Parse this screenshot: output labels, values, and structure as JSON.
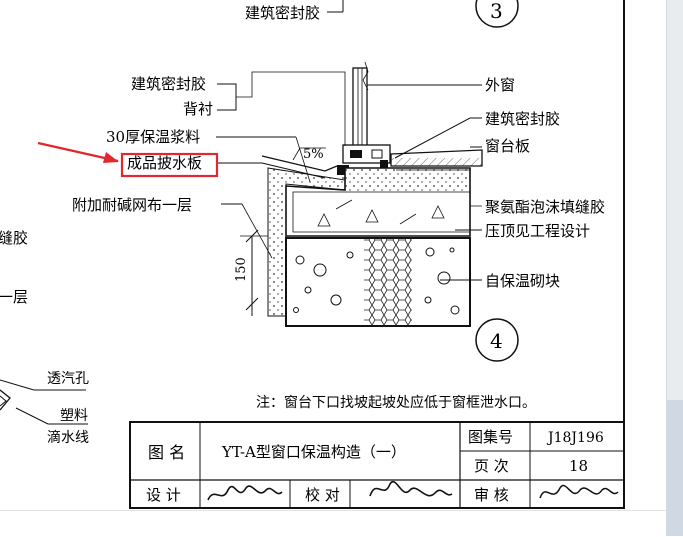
{
  "labels": {
    "top_sealant": "建筑密封胶",
    "circle_top": "3",
    "circle_bottom": "4",
    "left_sealant": "建筑密封胶",
    "backing": "背衬",
    "mortar": "30厚保温浆料",
    "drip_board": "成品披水板",
    "mesh": "附加耐碱网布一层",
    "outer_window": "外窗",
    "right_sealant": "建筑密封胶",
    "sill_board": "窗台板",
    "pu_foam": "聚氨酯泡沫填缝胶",
    "lintel": "压顶见工程设计",
    "block": "自保温砌块",
    "slope": "5%",
    "dim_150": "150",
    "edge_frag1": "缝胶",
    "edge_frag2": "一层",
    "vent_hole": "透汽孔",
    "plastic": "塑料",
    "drip_line": "滴水线",
    "note": "注：窗台下口找坡起坡处应低于窗框泄水口。"
  },
  "title_block": {
    "drawing_name_label": "图 名",
    "drawing_name": "YT-A型窗口保温构造（一）",
    "atlas_no_label": "图集号",
    "atlas_no": "J18J196",
    "page_label": "页 次",
    "page": "18",
    "design_label": "设 计",
    "check_label": "校 对",
    "review_label": "审 核"
  },
  "colors": {
    "highlight": "#e0282e",
    "ink": "#1a1a1a"
  }
}
